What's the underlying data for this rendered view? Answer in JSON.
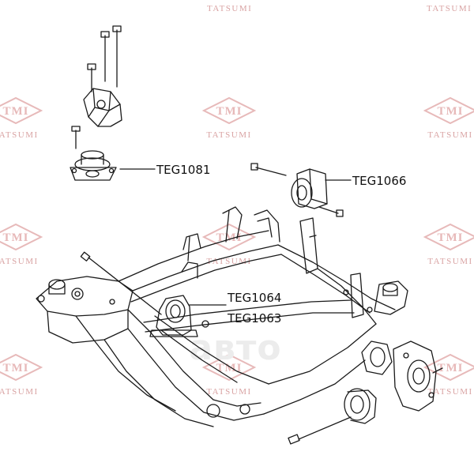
{
  "watermark": {
    "logo_text": "TMI",
    "brand_text": "TATSUMI",
    "color": "#e7b9b9",
    "brand_color": "#d9a3a3"
  },
  "center_logo": {
    "text": "авто",
    "color": "#ececec"
  },
  "labels": {
    "teg1081": "TEG1081",
    "teg1066": "TEG1066",
    "teg1064": "TEG1064",
    "teg1063": "TEG1063"
  },
  "colors": {
    "line": "#1a1a1a",
    "label": "#111111"
  }
}
